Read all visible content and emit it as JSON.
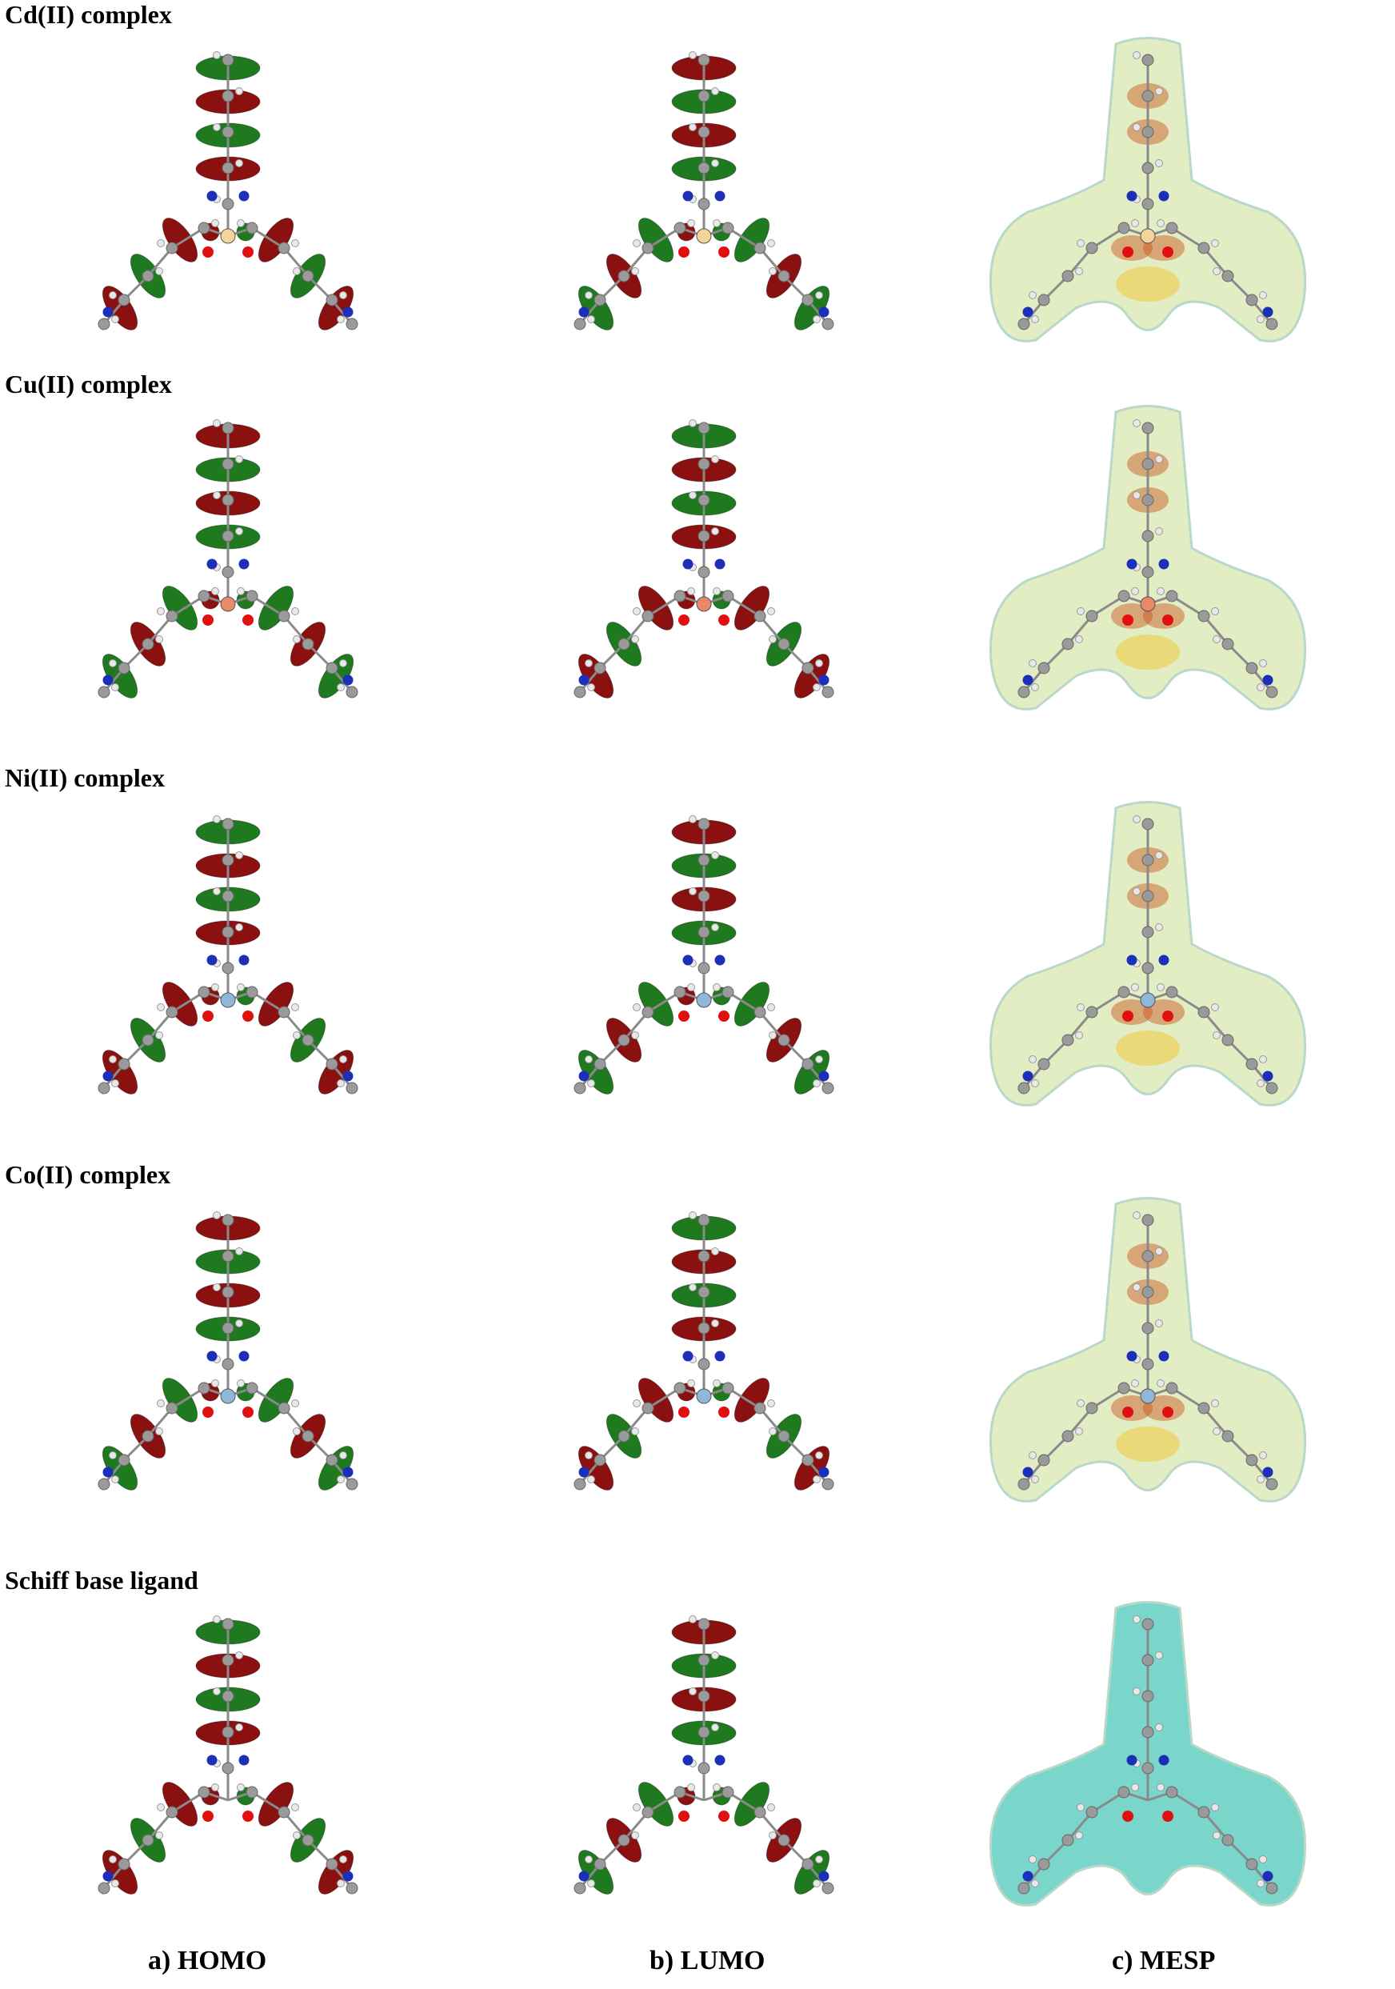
{
  "figure": {
    "rows": [
      {
        "label": "Cd(II) complex"
      },
      {
        "label": "Cu(II) complex"
      },
      {
        "label": "Ni(II) complex"
      },
      {
        "label": "Co(II) complex"
      },
      {
        "label": "Schiff base ligand"
      }
    ],
    "columns": [
      {
        "caption": "a) HOMO"
      },
      {
        "caption": "b) LUMO"
      },
      {
        "caption": "c) MESP"
      }
    ]
  },
  "colors": {
    "orbital_positive": "#8b1010",
    "orbital_negative": "#1f7a1f",
    "carbon_atom": "#9a9a9a",
    "hydrogen_atom": "#e8e8e8",
    "nitrogen_atom": "#1c2fb8",
    "oxygen_atom": "#e01010",
    "mesp_surface_complex": "#d9e7b0",
    "mesp_surface_ligand": "#4ec7b8",
    "mesp_negative_region": "#c8501a"
  }
}
